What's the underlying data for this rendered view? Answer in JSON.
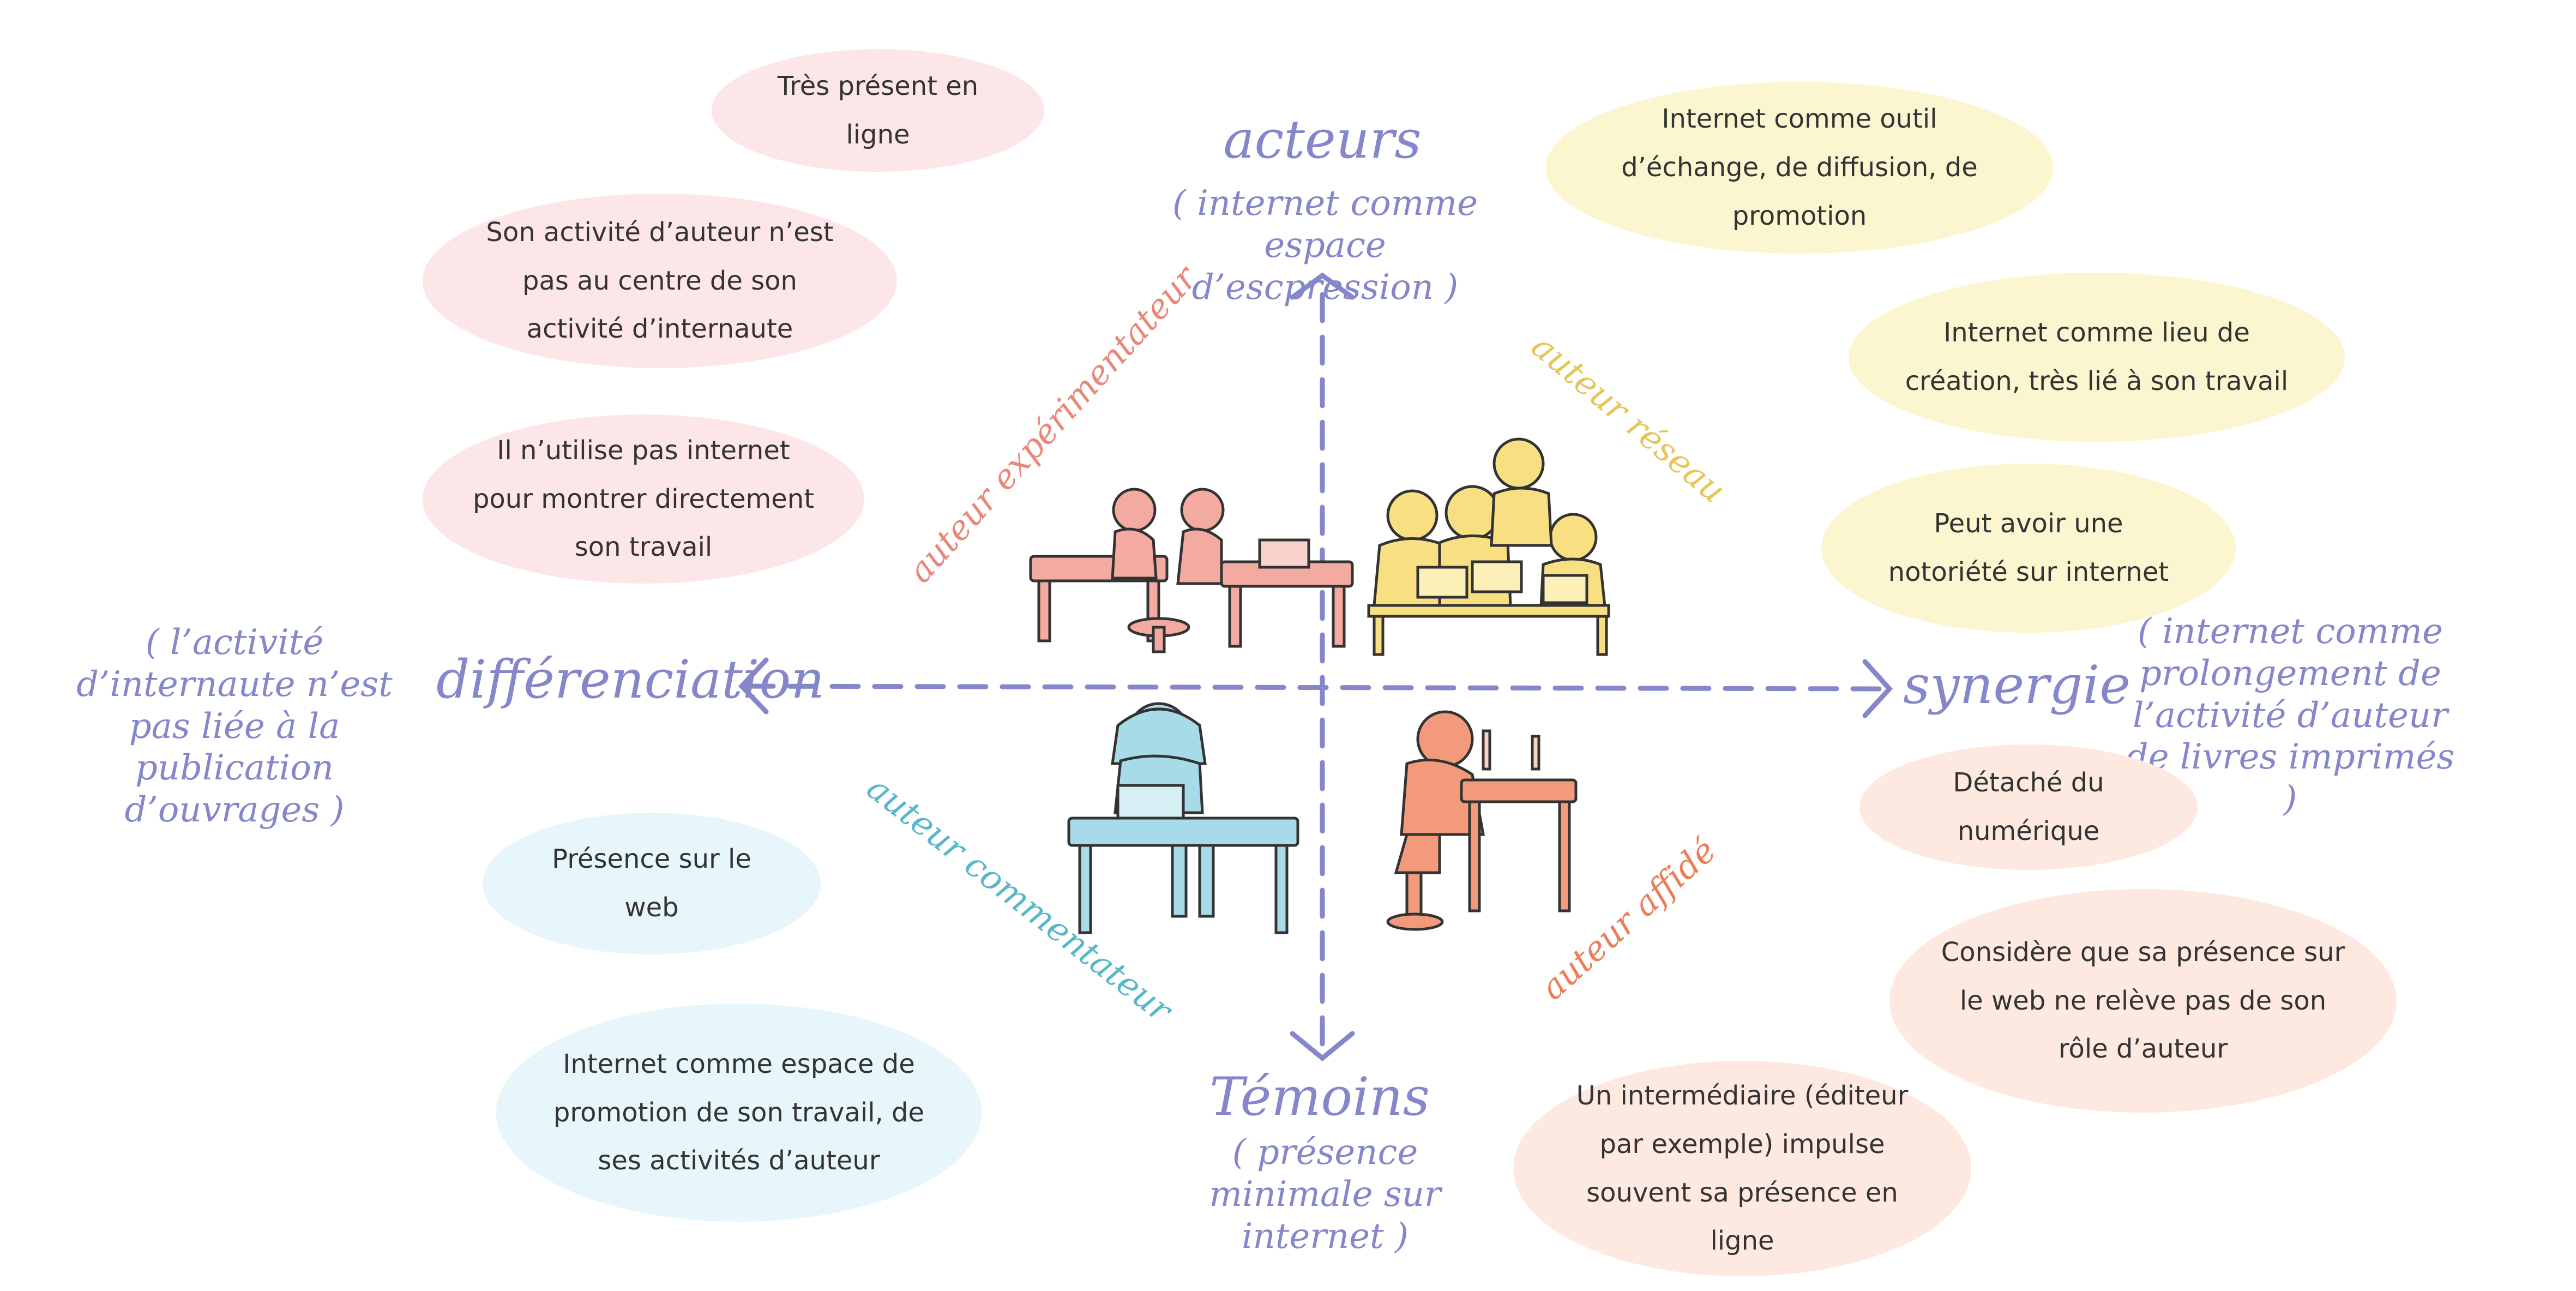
{
  "axes": {
    "top": {
      "title": "acteurs",
      "note": "( internet comme espace d’escpression )"
    },
    "bottom": {
      "title": "Témoins",
      "note": "( présence minimale sur internet )"
    },
    "left": {
      "title": "différenciation",
      "note": "( l’activité d’internaute n’est pas liée à la publication d’ouvrages )"
    },
    "right": {
      "title": "synergie",
      "note": "( internet comme prolongement de l’activité d’auteur de livres imprimés )"
    }
  },
  "quadrants": {
    "top_left": {
      "label": "auteur expérimentateur",
      "color": "#e9877b"
    },
    "top_right": {
      "label": "auteur réseau",
      "color": "#e5c65a"
    },
    "bottom_left": {
      "label": "auteur commentateur",
      "color": "#58b7c9"
    },
    "bottom_right": {
      "label": "auteur affidé",
      "color": "#e9805a"
    }
  },
  "bubbles": {
    "pink": [
      "Très présent en ligne",
      "Son activité d’auteur n’est pas au centre de son activité d’internaute",
      "Il n’utilise pas internet pour montrer directement son travail"
    ],
    "yellow": [
      "Internet comme outil d’échange, de diffusion, de promotion",
      "Internet comme lieu de création, très lié à son travail",
      "Peut avoir une notoriété sur internet"
    ],
    "blue": [
      "Présence sur le web",
      "Internet comme espace de promotion de son travail, de ses activités d’auteur"
    ],
    "peach": [
      "Détaché du numérique",
      "Considère que sa présence sur le web ne relève pas de son rôle d’auteur",
      "Un intermédiaire (éditeur par exemple) impulse souvent sa présence en ligne"
    ]
  },
  "colors": {
    "axis": "#8487c9",
    "pink_bubble": "#fde6e8",
    "yellow_bubble": "#fbf6cf",
    "blue_bubble": "#e7f6fa",
    "peach_bubble": "#fde9df"
  }
}
